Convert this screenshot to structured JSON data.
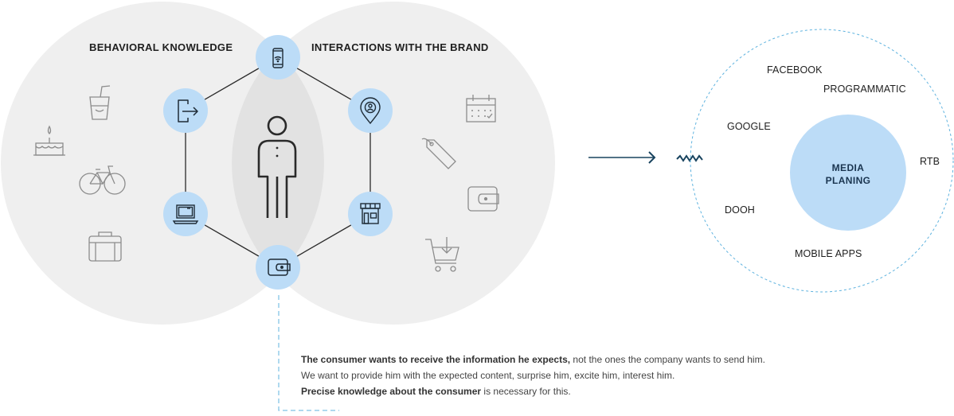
{
  "venn": {
    "left_title": "BEHAVIORAL KNOWLEDGE",
    "right_title": "INTERACTIONS WITH THE BRAND"
  },
  "hexagon_nodes": [
    {
      "name": "smartphone-icon"
    },
    {
      "name": "login-door-icon"
    },
    {
      "name": "location-pin-user-icon"
    },
    {
      "name": "laptop-icon"
    },
    {
      "name": "store-icon"
    },
    {
      "name": "wallet-icon"
    }
  ],
  "left_icons": [
    "drink-cup-icon",
    "birthday-cake-icon",
    "bicycle-icon",
    "suitcase-icon"
  ],
  "right_icons": [
    "calendar-icon",
    "price-tag-icon",
    "wallet-icon",
    "shopping-cart-icon"
  ],
  "media": {
    "center_line1": "MEDIA",
    "center_line2": "PLANING",
    "channels": {
      "facebook": "FACEBOOK",
      "programmatic": "PROGRAMMATIC",
      "google": "GOOGLE",
      "rtb": "RTB",
      "dooh": "DOOH",
      "mobile_apps": "MOBILE APPS"
    }
  },
  "caption": {
    "line1_bold": "The consumer wants to receive the information he expects,",
    "line1_rest": " not the ones the company wants to send him.",
    "line2": "We want to provide him with the expected content, surprise him, excite him, interest him.",
    "line3_bold": "Precise knowledge about the consumer",
    "line3_rest": " is necessary for this."
  },
  "colors": {
    "venn_fill": "#efefef",
    "overlap_fill": "#e2e2e2",
    "node_fill": "#bcdcf7",
    "node_stroke": "#1e2b36",
    "gray_icon": "#8c8c8c",
    "accent_dark": "#18435e",
    "dashed": "#5fb3df"
  }
}
